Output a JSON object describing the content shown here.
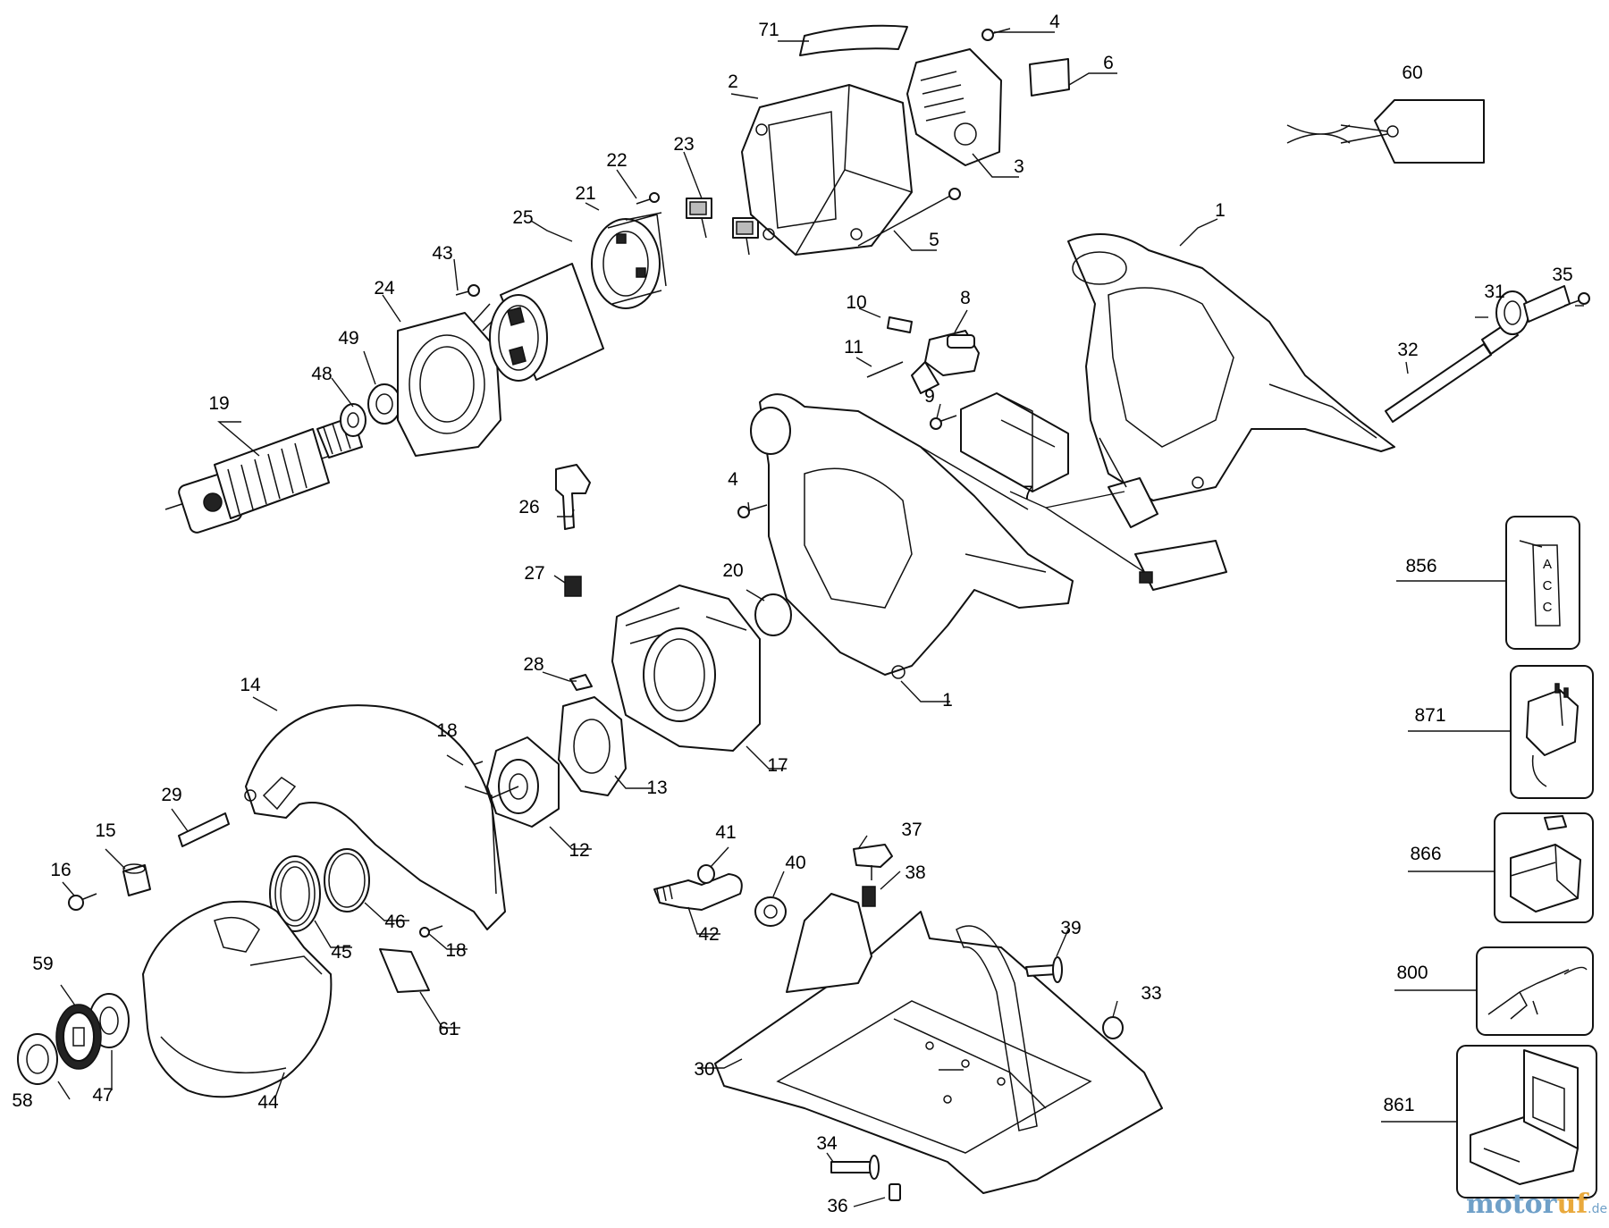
{
  "callouts": [
    "1",
    "1",
    "2",
    "3",
    "4",
    "4",
    "5",
    "6",
    "7",
    "8",
    "9",
    "10",
    "11",
    "12",
    "13",
    "14",
    "15",
    "16",
    "17",
    "18",
    "18",
    "19",
    "20",
    "21",
    "22",
    "23",
    "24",
    "25",
    "26",
    "27",
    "28",
    "29",
    "30",
    "31",
    "32",
    "33",
    "34",
    "35",
    "36",
    "37",
    "38",
    "39",
    "40",
    "41",
    "42",
    "43",
    "44",
    "45",
    "46",
    "47",
    "48",
    "49",
    "58",
    "59",
    "60",
    "61",
    "71",
    "800",
    "856",
    "861",
    "866",
    "871"
  ],
  "accessory_tag_letters": [
    "A",
    "C",
    "C"
  ],
  "watermark": {
    "part1": "motor",
    "part2": "uf",
    "part3": ".de"
  }
}
